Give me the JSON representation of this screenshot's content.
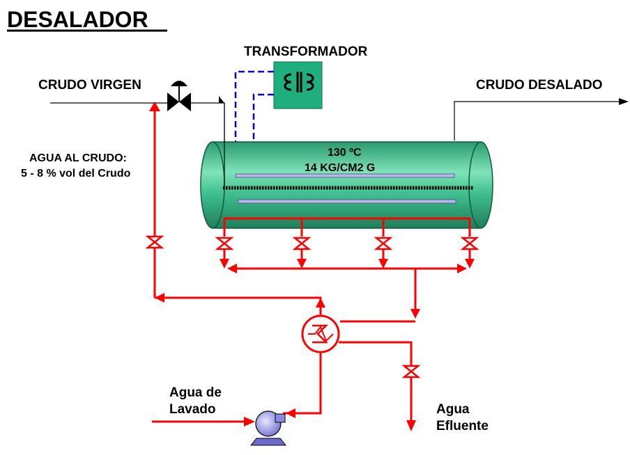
{
  "title": "DESALADOR",
  "labels": {
    "transformer": "TRANSFORMADOR",
    "crude_in": "CRUDO VIRGEN",
    "crude_out": "CRUDO DESALADO",
    "water_to_crude_line1": "AGUA AL CRUDO:",
    "water_to_crude_line2": "5 - 8 % vol del Crudo",
    "temperature": "130 ºC",
    "pressure": "14 KG/CM2 G",
    "wash_water_line1": "Agua de",
    "wash_water_line2": "Lavado",
    "effluent_line1": "Agua",
    "effluent_line2": "Efluente"
  },
  "colors": {
    "vessel": "#3fbf8f",
    "transformer": "#1fae7e",
    "water_line": "#ff0000",
    "electrical": "#0000cc",
    "crude_line": "#000000",
    "electrode": "#b8b8e8",
    "pump": "#8a8ae0"
  }
}
